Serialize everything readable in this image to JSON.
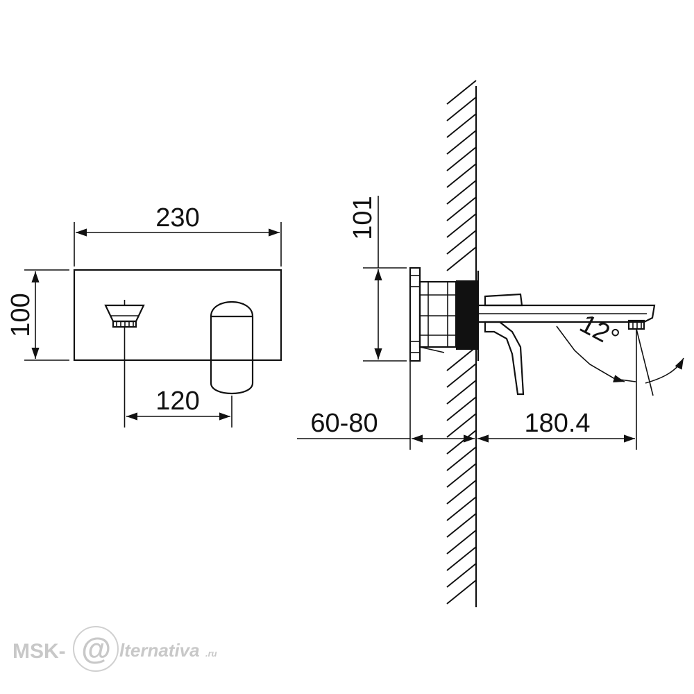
{
  "dimensions": {
    "front_width": "230",
    "front_height": "100",
    "spout_to_handle": "120",
    "side_height": "101",
    "wall_depth": "60-80",
    "spout_reach": "180.4",
    "angle": "12°"
  },
  "watermark": {
    "prefix": "MSK-",
    "at": "@",
    "suffix": "lternativa",
    "tld": ".ru"
  }
}
